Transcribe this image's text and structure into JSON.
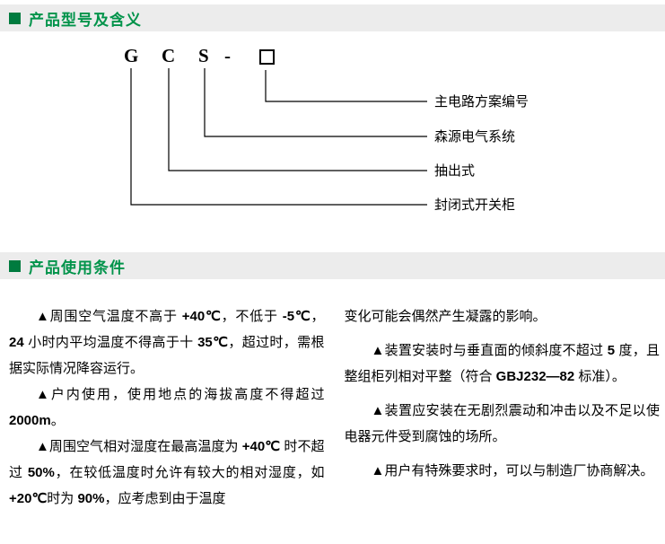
{
  "colors": {
    "accent_green": "#00934a",
    "square_green": "#007b3f",
    "header_bar_bg": "#ececec"
  },
  "section_model": {
    "title": "产品型号及含义",
    "diagram": {
      "letters": [
        "G",
        "C",
        "S",
        "-"
      ],
      "box_symbol": "□",
      "labels": [
        "主电路方案编号",
        "森源电气系统",
        "抽出式",
        "封闭式开关柜"
      ]
    }
  },
  "section_usage": {
    "title": "产品使用条件",
    "left_column": [
      {
        "indent": true,
        "segments": [
          {
            "t": "▲周围空气温度不高于 "
          },
          {
            "t": "+40℃",
            "b": true
          },
          {
            "t": "，不低于 "
          },
          {
            "t": "-5℃",
            "b": true
          },
          {
            "t": "，"
          },
          {
            "t": "24",
            "b": true
          },
          {
            "t": " 小时内平均温度不得高于十 "
          },
          {
            "t": "35℃",
            "b": true
          },
          {
            "t": "，超过时，需根据实际情况降容运行。"
          }
        ]
      },
      {
        "indent": true,
        "segments": [
          {
            "t": "▲户内使用，使用地点的海拔高度不得超过 "
          },
          {
            "t": "2000m",
            "b": true
          },
          {
            "t": "。"
          }
        ]
      },
      {
        "indent": true,
        "segments": [
          {
            "t": "▲周围空气相对湿度在最高温度为 "
          },
          {
            "t": "+40℃",
            "b": true
          },
          {
            "t": " 时不超过 "
          },
          {
            "t": "50%",
            "b": true
          },
          {
            "t": "，在较低温度时允许有较大的相对湿度，如 "
          },
          {
            "t": "+20℃",
            "b": true
          },
          {
            "t": "时为 "
          },
          {
            "t": "90%",
            "b": true
          },
          {
            "t": "，应考虑到由于温度"
          }
        ]
      }
    ],
    "right_column": [
      {
        "indent": false,
        "segments": [
          {
            "t": "变化可能会偶然产生凝露的影响。"
          }
        ]
      },
      {
        "indent": true,
        "segments": [
          {
            "t": "▲装置安装时与垂直面的倾斜度不超过 "
          },
          {
            "t": "5",
            "b": true
          },
          {
            "t": " 度，且整组柜列相对平整（符合 "
          },
          {
            "t": "GBJ232—82",
            "b": true
          },
          {
            "t": " 标准）。"
          }
        ]
      },
      {
        "indent": true,
        "segments": [
          {
            "t": "▲装置应安装在无剧烈震动和冲击以及不足以使电器元件受到腐蚀的场所。"
          }
        ]
      },
      {
        "indent": true,
        "segments": [
          {
            "t": "▲用户有特殊要求时，可以与制造厂协商解决。"
          }
        ]
      }
    ]
  }
}
